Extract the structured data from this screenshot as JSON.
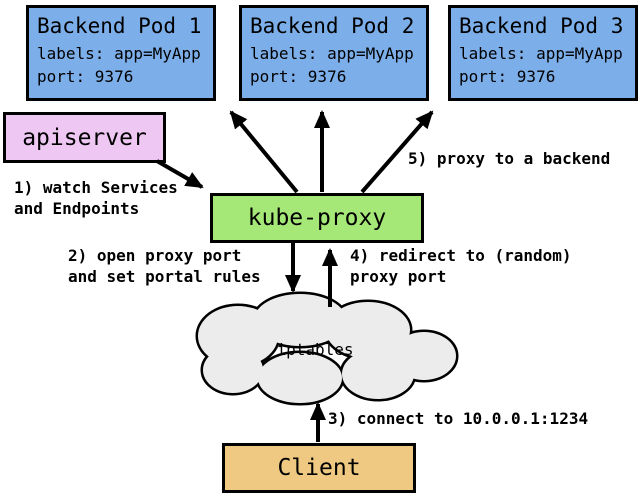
{
  "pods": [
    {
      "title": "Backend Pod 1",
      "labels": "labels: app=MyApp",
      "port": "port: 9376"
    },
    {
      "title": "Backend Pod 2",
      "labels": "labels: app=MyApp",
      "port": "port: 9376"
    },
    {
      "title": "Backend Pod 3",
      "labels": "labels: app=MyApp",
      "port": "port: 9376"
    }
  ],
  "nodes": {
    "apiserver": "apiserver",
    "kube_proxy": "kube-proxy",
    "iptables": "iptables",
    "client": "Client"
  },
  "steps": {
    "s1": "1) watch Services\nand Endpoints",
    "s2": "2) open proxy port\nand set portal rules",
    "s3": "3) connect to 10.0.0.1:1234",
    "s4": "4) redirect to (random)\nproxy port",
    "s5": "5) proxy to a backend"
  },
  "colors": {
    "pod_fill": "#7caee9",
    "apiserver_fill": "#eec8f2",
    "kube_proxy_fill": "#a6e878",
    "client_fill": "#efc981",
    "cloud_fill": "#ececec",
    "outline": "#000000"
  }
}
